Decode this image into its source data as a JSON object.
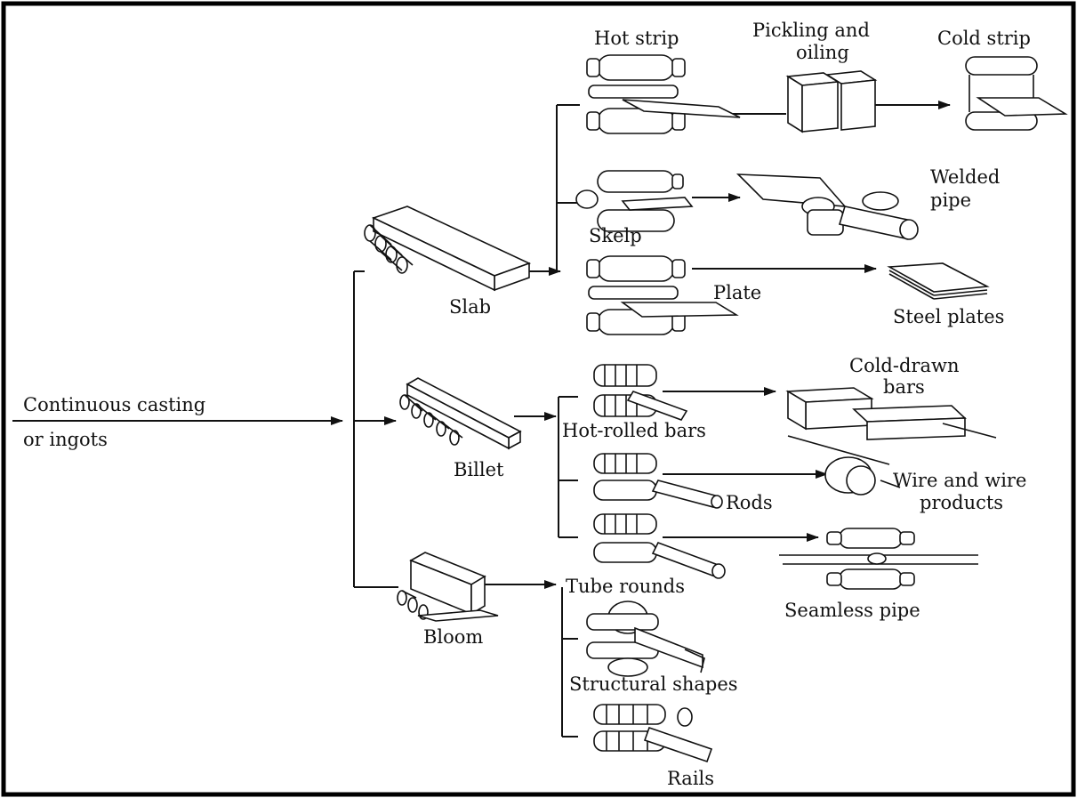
{
  "diagram": {
    "source": {
      "line1": "Continuous casting",
      "line2": "or ingots"
    },
    "intermediates": {
      "slab": "Slab",
      "billet": "Billet",
      "bloom": "Bloom"
    },
    "processes": {
      "hot_strip": "Hot strip",
      "pickling_line1": "Pickling and",
      "pickling_line2": "oiling",
      "skelp": "Skelp",
      "plate": "Plate",
      "hot_rolled_bars": "Hot-rolled bars",
      "rods": "Rods",
      "tube_rounds": "Tube rounds",
      "structural_shapes": "Structural shapes",
      "rails": "Rails"
    },
    "products": {
      "cold_strip": "Cold strip",
      "welded_pipe_line1": "Welded",
      "welded_pipe_line2": "pipe",
      "steel_plates": "Steel plates",
      "cold_drawn_line1": "Cold-drawn",
      "cold_drawn_line2": "bars",
      "wire_line1": "Wire and wire",
      "wire_line2": "products",
      "seamless_pipe": "Seamless pipe"
    }
  }
}
